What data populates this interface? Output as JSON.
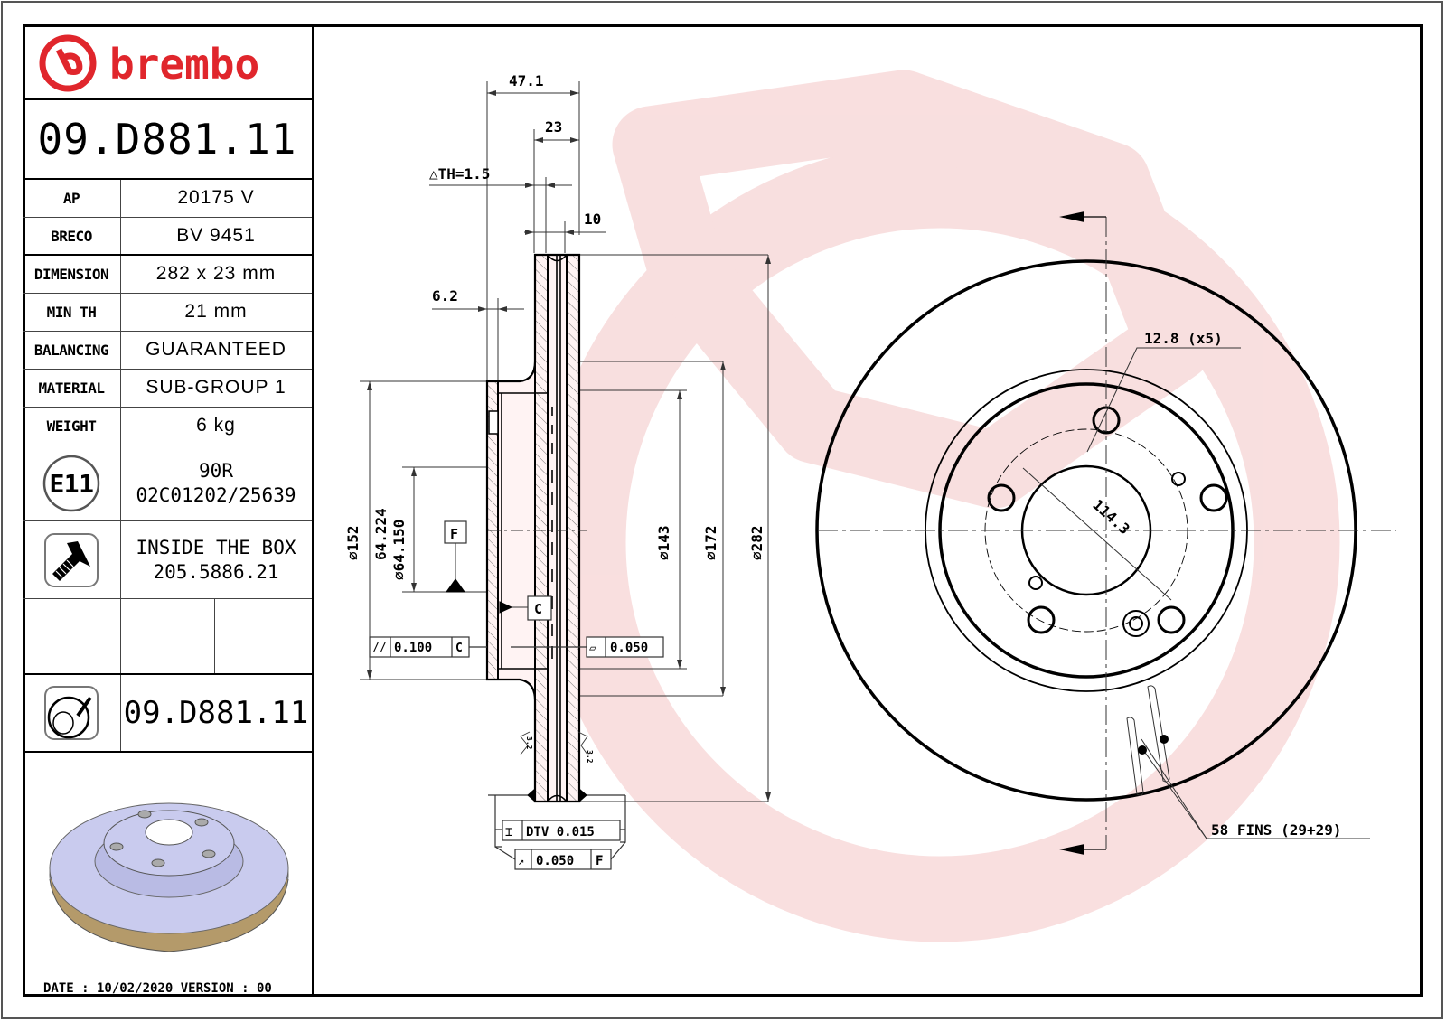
{
  "brand": {
    "name": "brembo",
    "color": "#e0262c",
    "watermark_color": "#f6d5d5"
  },
  "part_number": "09.D881.11",
  "specs": [
    {
      "label": "AP",
      "value": "20175 V"
    },
    {
      "label": "BRECO",
      "value": "BV 9451"
    },
    {
      "label": "DIMENSION",
      "value": "282 x 23 mm"
    },
    {
      "label": "MIN TH",
      "value": "21 mm"
    },
    {
      "label": "BALANCING",
      "value": "GUARANTEED"
    },
    {
      "label": "MATERIAL",
      "value": "SUB-GROUP 1"
    },
    {
      "label": "WEIGHT",
      "value": "6 kg"
    }
  ],
  "approval": {
    "badge": "E11",
    "line1": "90R",
    "line2": "02C01202/25639"
  },
  "screws": {
    "line1": "INSIDE THE BOX",
    "line2": "205.5886.21"
  },
  "disc_part_number": "09.D881.11",
  "footer": {
    "text": "DATE : 10/02/2020 VERSION : 00"
  },
  "section_view": {
    "dims": {
      "overall_height": "47.1",
      "thickness": "23",
      "delta_th": "△TH=1.5",
      "vane_gap": "10",
      "hat_wall": "6.2",
      "d152": "⌀152",
      "d64_upper": "64.224",
      "d64_lower": "⌀64.150",
      "d143": "⌀143",
      "d172": "⌀172",
      "d282": "⌀282"
    },
    "datum_f": "F",
    "datum_c": "C",
    "tolerances": {
      "parallelism": {
        "symbol": "//",
        "value": "0.100",
        "datum": "C"
      },
      "flatness": {
        "symbol": "▱",
        "value": "0.050"
      },
      "dtv": {
        "symbol": "⌶",
        "value": "DTV 0.015"
      },
      "runout": {
        "symbol": "↗",
        "value": "0.050",
        "datum": "F"
      }
    },
    "roughness": [
      "3.2",
      "3.2"
    ]
  },
  "front_view": {
    "bolt_hole": "12.8 (x5)",
    "pcd": "114.3",
    "fins": "58 FINS (29+29)"
  }
}
